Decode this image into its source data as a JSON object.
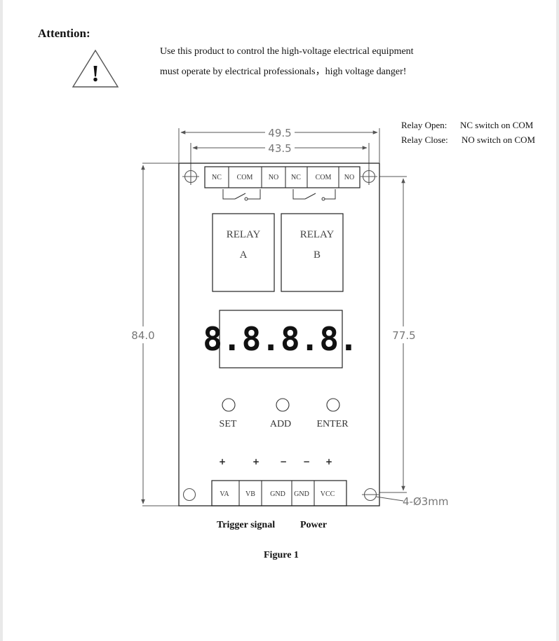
{
  "attention": {
    "title": "Attention:",
    "warning_icon_symbol": "!",
    "lines": [
      "Use this product to control the high-voltage electrical equipment",
      "must operate by electrical professionals，high voltage danger!"
    ]
  },
  "relay_notes": [
    {
      "label": "Relay Open:",
      "value": "NC switch on COM"
    },
    {
      "label": "Relay Close:",
      "value": "NO switch on COM"
    }
  ],
  "dimensions": {
    "outer_width": "49.5",
    "hole_spacing_width": "43.5",
    "outer_height": "84.0",
    "hole_spacing_height": "77.5",
    "mount_holes": "4-Ø3mm"
  },
  "top_terminals": [
    "NC",
    "COM",
    "NO",
    "NC",
    "COM",
    "NO"
  ],
  "relays": [
    {
      "label": "RELAY",
      "id": "A"
    },
    {
      "label": "RELAY",
      "id": "B"
    }
  ],
  "display": {
    "text": "8.8.8.8."
  },
  "buttons": [
    "SET",
    "ADD",
    "ENTER"
  ],
  "polarity": [
    "+",
    "+",
    "−",
    "−",
    "+"
  ],
  "bottom_terminals": [
    "VA",
    "VB",
    "GND",
    "GND",
    "VCC"
  ],
  "group_labels": {
    "trigger": "Trigger signal",
    "power": "Power"
  },
  "caption": "Figure 1",
  "colors": {
    "line": "#222222",
    "dimension": "#777777"
  }
}
